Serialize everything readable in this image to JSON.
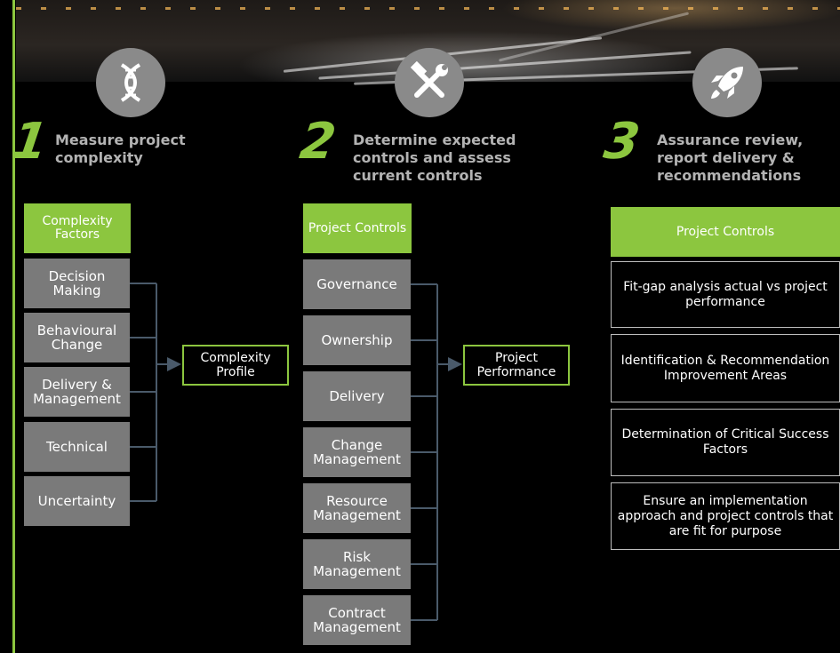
{
  "steps": [
    {
      "number": "1",
      "icon": "dna-icon",
      "title": "Measure project complexity"
    },
    {
      "number": "2",
      "icon": "tools-icon",
      "title": "Determine expected controls and assess current controls"
    },
    {
      "number": "3",
      "icon": "rocket-icon",
      "title": "Assurance review, report delivery & recommendations"
    }
  ],
  "column1": {
    "header": "Complexity Factors",
    "items": [
      "Decision Making",
      "Behavioural Change",
      "Delivery & Management",
      "Technical",
      "Uncertainty"
    ],
    "output": "Complexity Profile"
  },
  "column2": {
    "header": "Project Controls",
    "items": [
      "Governance",
      "Ownership",
      "Delivery",
      "Change Management",
      "Resource Management",
      "Risk Management",
      "Contract Management"
    ],
    "output": "Project Performance"
  },
  "column3": {
    "header": "Project Controls",
    "items": [
      "Fit-gap analysis actual vs project performance",
      "Identification & Recommendation Improvement Areas",
      "Determination of Critical Success Factors",
      "Ensure an implementation approach and project controls that are fit for purpose"
    ]
  },
  "colors": {
    "accent": "#8cc63f",
    "box_grey": "#7a7a7a",
    "icon_circle": "#8a8a8a",
    "connector": "#4a5a6a"
  }
}
